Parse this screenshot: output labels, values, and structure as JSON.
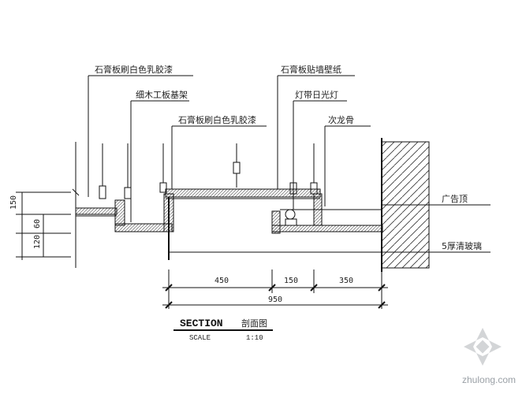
{
  "annotations": {
    "gypsum_white_latex": "石膏板刷白色乳胶漆",
    "wood_board_base": "细木工板基架",
    "gypsum_white_latex_2": "石膏板刷白色乳胶漆",
    "gypsum_wallpaper": "石膏板贴墙壁纸",
    "concealed_light": "灯带日光灯",
    "keel": "次龙骨",
    "ceiling_right_1": "广告顶",
    "ceiling_right_2": "5厚清玻璃"
  },
  "dimensions": {
    "d_450": "450",
    "d_150": "150",
    "d_350": "350",
    "d_950": "950",
    "left_1": "150",
    "left_2": "120",
    "left_3": "60"
  },
  "title_block": {
    "section": "SECTION",
    "section_cn": "剖面图",
    "scale_label": "SCALE",
    "scale_value": "1:10"
  },
  "watermark": "zhulong.com"
}
